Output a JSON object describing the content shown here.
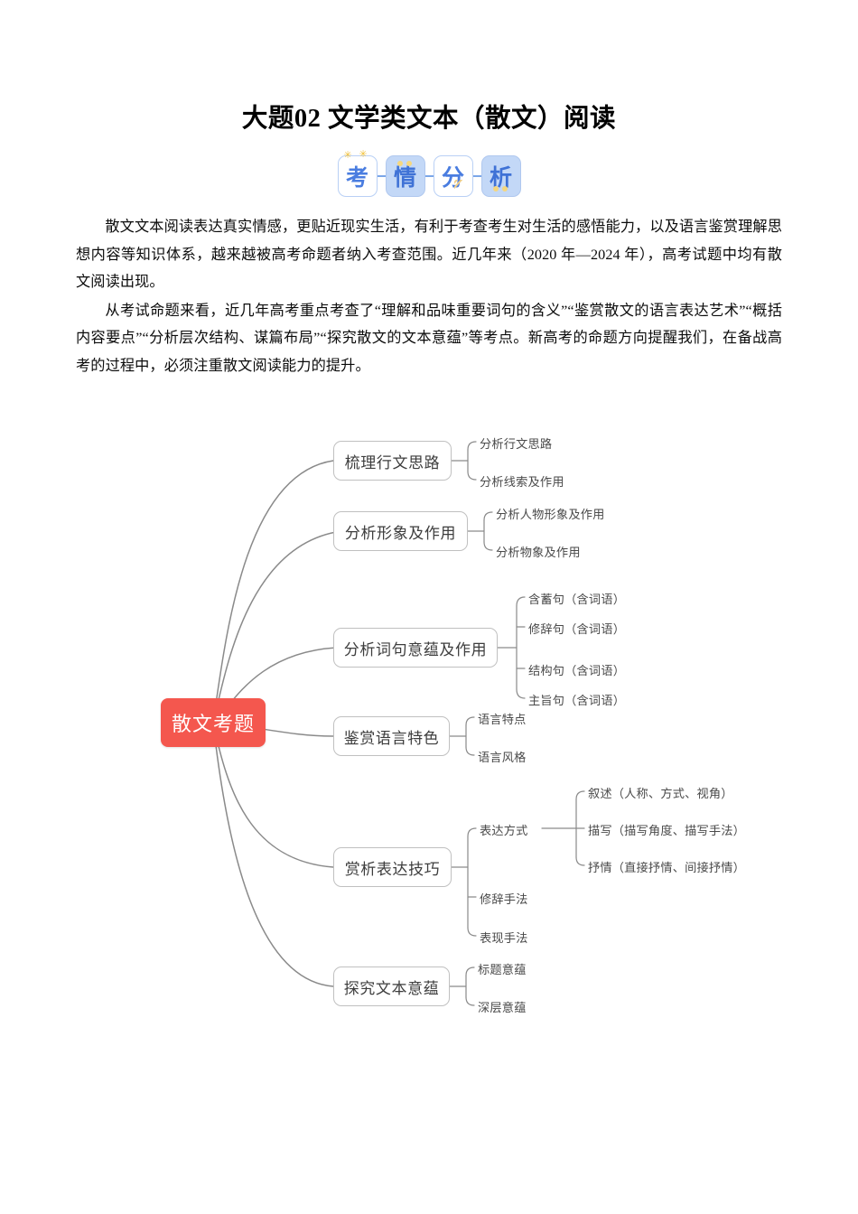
{
  "document": {
    "title": "大题02 文学类文本（散文）阅读",
    "badge": {
      "chars": [
        "考",
        "情",
        "分",
        "析"
      ]
    },
    "paragraphs": [
      "散文文本阅读表达真实情感，更贴近现实生活，有利于考查考生对生活的感悟能力，以及语言鉴赏理解思想内容等知识体系，越来越被高考命题者纳入考查范围。近几年来（2020 年—2024 年），高考试题中均有散文阅读出现。",
      "从考试命题来看，近几年高考重点考查了“理解和品味重要词句的含义”“鉴赏散文的语言表达艺术”“概括内容要点”“分析层次结构、谋篇布局”“探究散文的文本意蕴”等考点。新高考的命题方向提醒我们，在备战高考的过程中，必须注重散文阅读能力的提升。"
    ]
  },
  "mindmap": {
    "root": "散文考题",
    "root_color": "#f4574e",
    "branches": [
      {
        "label": "梳理行文思路",
        "leaves": [
          "分析行文思路",
          "分析线索及作用"
        ]
      },
      {
        "label": "分析形象及作用",
        "leaves": [
          "分析人物形象及作用",
          "分析物象及作用"
        ]
      },
      {
        "label": "分析词句意蕴及作用",
        "leaves": [
          "含蓄句（含词语）",
          "修辞句（含词语）",
          "结构句（含词语）",
          "主旨句（含词语）"
        ]
      },
      {
        "label": "鉴赏语言特色",
        "leaves": [
          "语言特点",
          "语言风格"
        ]
      },
      {
        "label": "赏析表达技巧",
        "leaves": [
          "表达方式",
          "修辞手法",
          "表现手法"
        ],
        "sub": {
          "parent": "表达方式",
          "items": [
            "叙述（人称、方式、视角）",
            "描写（描写角度、描写手法）",
            "抒情（直接抒情、间接抒情）"
          ]
        }
      },
      {
        "label": "探究文本意蕴",
        "leaves": [
          "标题意蕴",
          "深层意蕴"
        ]
      }
    ]
  }
}
